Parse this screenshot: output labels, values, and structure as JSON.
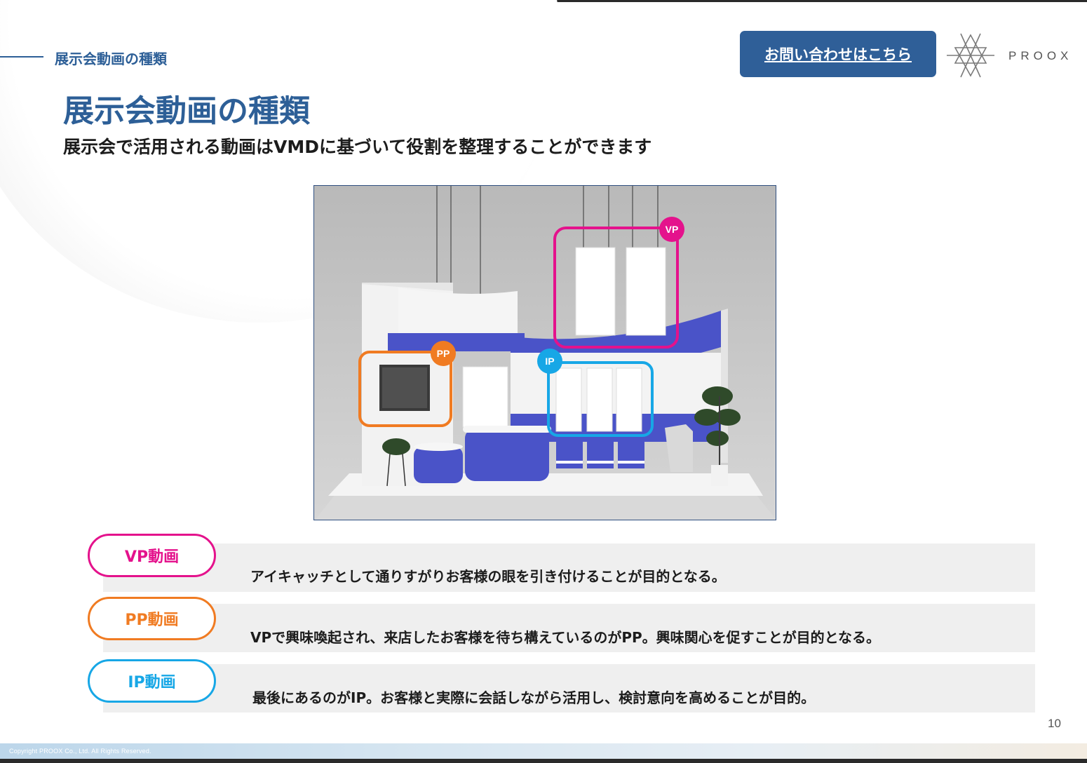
{
  "header": {
    "section_label": "展示会動画の種類",
    "contact_button": "お問い合わせはこちら",
    "logo_text": "PROOX"
  },
  "main": {
    "title": "展示会動画の種類",
    "subtitle": "展示会で活用される動画はVMDに基づいて役割を整理することができます"
  },
  "booth": {
    "tags": {
      "vp": "VP",
      "pp": "PP",
      "ip": "IP"
    }
  },
  "rows": [
    {
      "label": "VP動画",
      "color": "#e4128c",
      "description": "アイキャッチとして通りすがりお客様の眼を引き付けることが目的となる。"
    },
    {
      "label": "PP動画",
      "color": "#f07b22",
      "description": "VPで興味喚起され、来店したお客様を待ち構えているのがPP。興味関心を促すことが目的となる。"
    },
    {
      "label": "IP動画",
      "color": "#17a7e6",
      "description": "最後にあるのがIP。お客様と実際に会話しながら活用し、検討意向を高めることが目的。"
    }
  ],
  "footer": {
    "copyright": "Copyright  PROOX Co., Ltd. All Rights Reserved.",
    "page_number": "10"
  }
}
